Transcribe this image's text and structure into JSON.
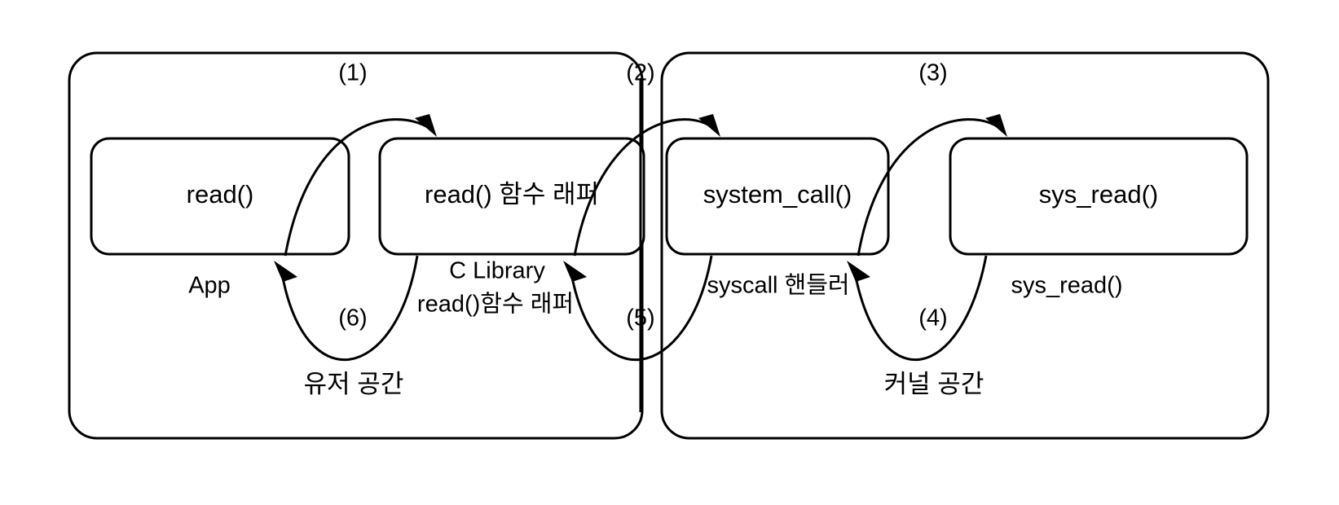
{
  "diagram": {
    "title": "Linux read() system call flow",
    "background_color": "#ffffff",
    "stroke_color": "#000000",
    "containers": [
      {
        "id": "user-space",
        "label": "유저 공간"
      },
      {
        "id": "kernel-space",
        "label": "커널 공간"
      }
    ],
    "nodes": [
      {
        "id": "read",
        "label": "read()",
        "caption": "App"
      },
      {
        "id": "read-wrapper",
        "label": "read() 함수 래퍼",
        "caption_line1": "C Library",
        "caption_line2": "read()함수 래퍼"
      },
      {
        "id": "system-call",
        "label": "system_call()",
        "caption": "syscall 핸들러"
      },
      {
        "id": "sys-read",
        "label": "sys_read()",
        "caption": "sys_read()"
      }
    ],
    "steps": [
      {
        "id": "step-1",
        "label": "(1)",
        "from": "read",
        "to": "read-wrapper",
        "direction": "right"
      },
      {
        "id": "step-2",
        "label": "(2)",
        "from": "read-wrapper",
        "to": "system-call",
        "direction": "right"
      },
      {
        "id": "step-3",
        "label": "(3)",
        "from": "system-call",
        "to": "sys-read",
        "direction": "right"
      },
      {
        "id": "step-4",
        "label": "(4)",
        "from": "sys-read",
        "to": "system-call",
        "direction": "left"
      },
      {
        "id": "step-5",
        "label": "(5)",
        "from": "system-call",
        "to": "read-wrapper",
        "direction": "left"
      },
      {
        "id": "step-6",
        "label": "(6)",
        "from": "read-wrapper",
        "to": "read",
        "direction": "left"
      }
    ]
  }
}
